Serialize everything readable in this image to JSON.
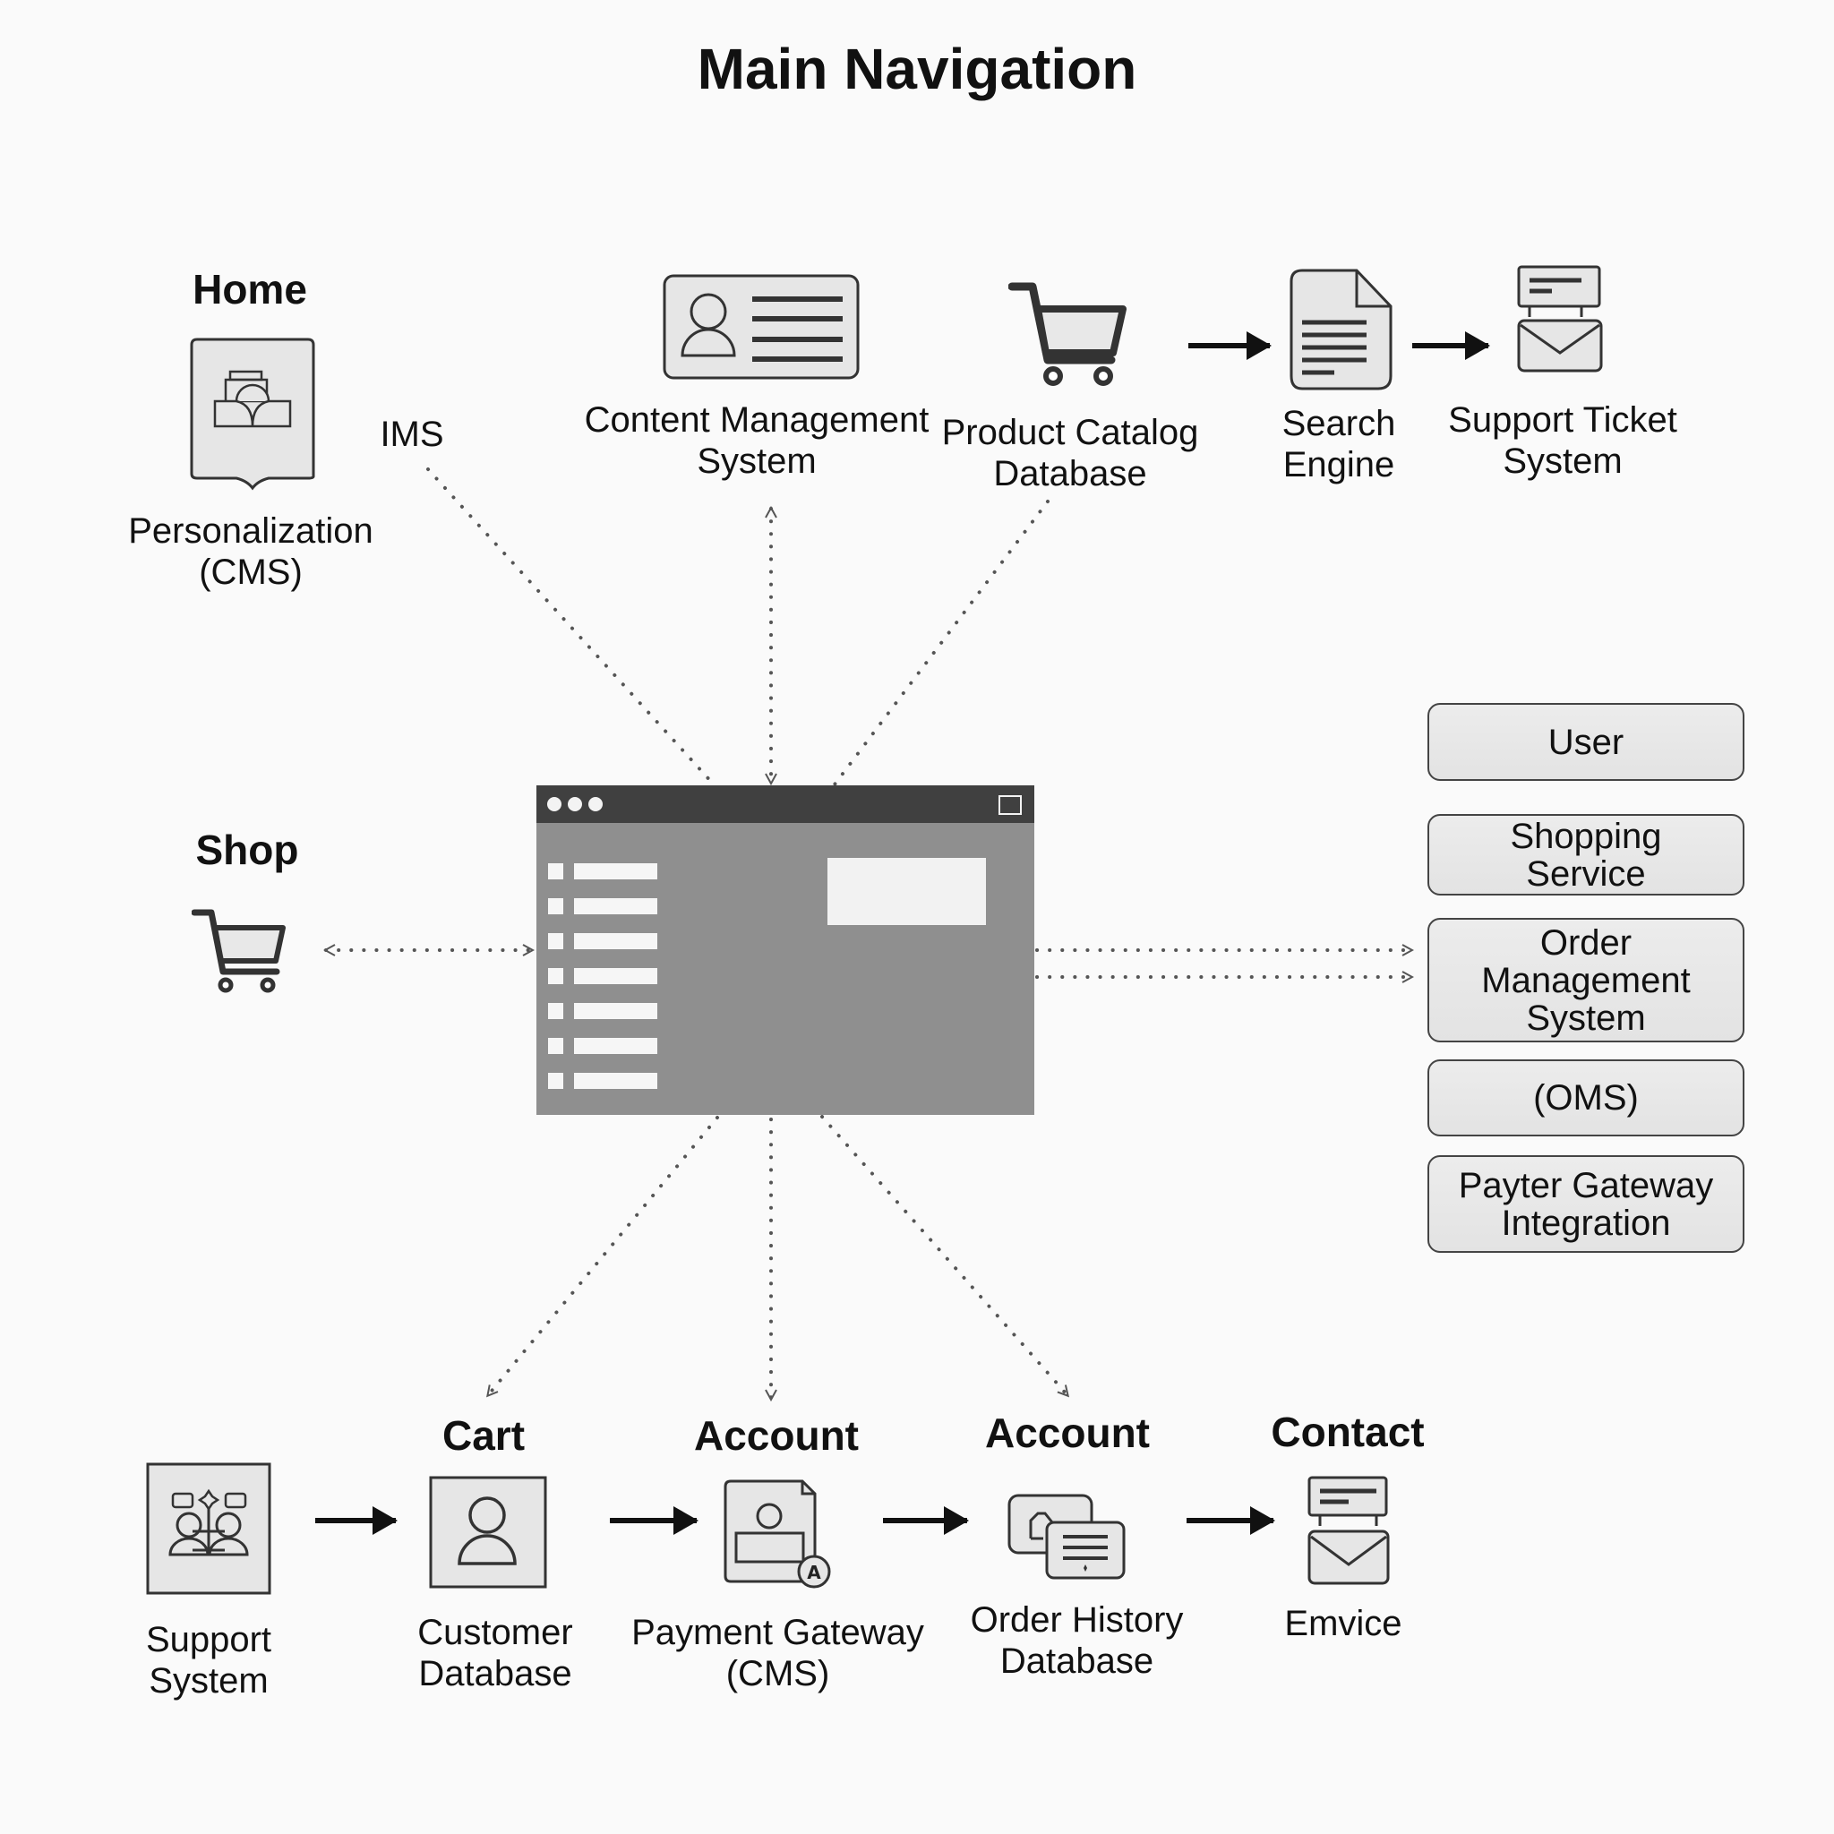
{
  "title": "Main Navigation",
  "top_section": {
    "home": {
      "heading": "Home",
      "icon": "personalization-icon",
      "label_lines": [
        "Personalization",
        "(CMS)"
      ]
    },
    "ims_label": "IMS",
    "cms": {
      "icon": "profile-card-icon",
      "label_lines": [
        "Content Management",
        "System"
      ]
    },
    "product_catalog": {
      "icon": "shopping-cart-icon",
      "label_lines": [
        "Product Catalog",
        "Database"
      ]
    },
    "search_engine": {
      "icon": "document-icon",
      "label_lines": [
        "Search",
        "Engine"
      ]
    },
    "support_ticket": {
      "icon": "mail-ticket-icon",
      "label_lines": [
        "Support Ticket",
        "System"
      ]
    }
  },
  "middle_section": {
    "shop": {
      "heading": "Shop",
      "icon": "shopping-cart-icon"
    },
    "central_window": {
      "icon": "browser-window-icon",
      "menu_rows": 7
    },
    "services": [
      {
        "lines": [
          "User"
        ]
      },
      {
        "lines": [
          "Shopping",
          "Service"
        ]
      },
      {
        "lines": [
          "Order",
          "Management",
          "System"
        ]
      },
      {
        "lines": [
          "(OMS)"
        ]
      },
      {
        "lines": [
          "Payter Gateway",
          "Integration"
        ]
      }
    ]
  },
  "bottom_section": {
    "support_system": {
      "icon": "team-network-icon",
      "label_lines": [
        "Support",
        "System"
      ]
    },
    "cart": {
      "heading": "Cart",
      "icon": "user-icon",
      "label_lines": [
        "Customer",
        "Database"
      ]
    },
    "account_payment": {
      "heading": "Account",
      "icon": "account-document-icon",
      "badge": "A",
      "label_lines": [
        "Payment Gateway",
        "(CMS)"
      ]
    },
    "account_history": {
      "heading": "Account",
      "icon": "order-history-icon",
      "label_lines": [
        "Order History",
        "Database"
      ]
    },
    "contact": {
      "heading": "Contact",
      "icon": "mail-ticket-icon",
      "label_lines": [
        "Emvice"
      ]
    }
  },
  "colors": {
    "background": "#fafafa",
    "stroke": "#333333",
    "icon_fill": "#e8e8e8",
    "window_body": "#8f8f8f",
    "window_titlebar": "#404040",
    "connector": "#555555"
  }
}
